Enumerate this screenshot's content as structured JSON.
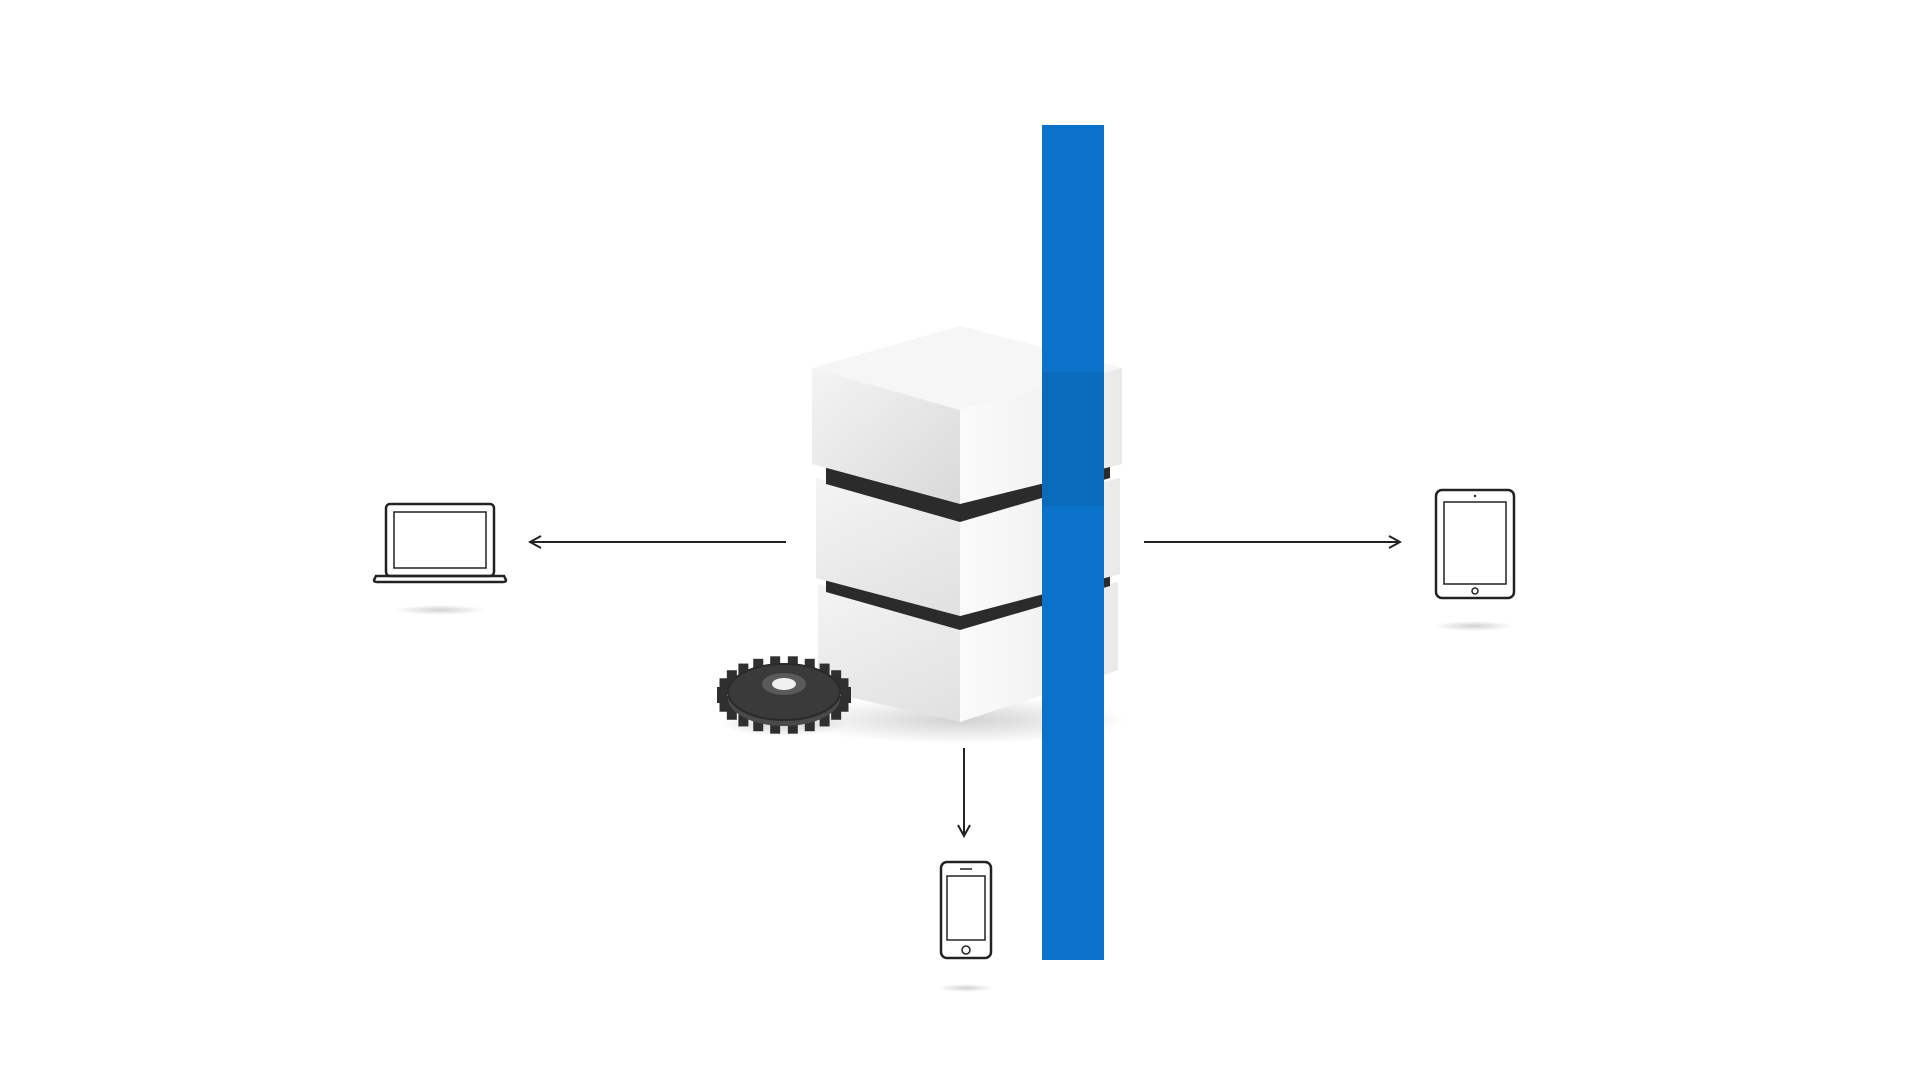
{
  "diagram": {
    "palette": {
      "background": "#ffffff",
      "band": "#0a72c8",
      "line": "#222222",
      "gear": "#3a3a3a"
    },
    "nodes": [
      {
        "id": "database",
        "icon": "database-stack-icon"
      },
      {
        "id": "laptop",
        "icon": "laptop-icon"
      },
      {
        "id": "tablet",
        "icon": "tablet-icon"
      },
      {
        "id": "phone",
        "icon": "smartphone-icon"
      },
      {
        "id": "gear",
        "icon": "gear-icon"
      }
    ],
    "edges": [
      {
        "from": "database",
        "to": "laptop"
      },
      {
        "from": "database",
        "to": "tablet"
      },
      {
        "from": "database",
        "to": "phone"
      }
    ]
  }
}
